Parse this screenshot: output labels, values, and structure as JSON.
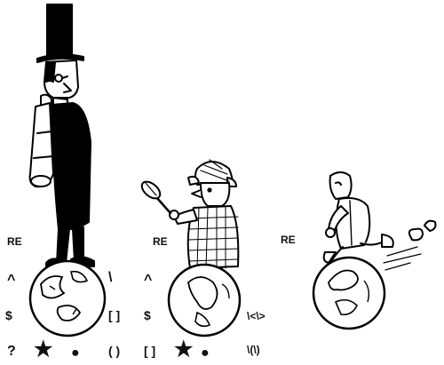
{
  "panels": [
    {
      "id": "panel-1",
      "characters": [
        "tall-gentleman-with-top-hat-and-spyglass",
        "globe"
      ],
      "labels": {
        "re": "RE",
        "caret": "^",
        "dollar": "$",
        "question": "?",
        "star": "★",
        "dot": "●",
        "backslash": "\\",
        "brackets": "[ ]",
        "parens": "( )"
      }
    },
    {
      "id": "panel-2",
      "characters": [
        "detective-with-magnifying-glass",
        "globe"
      ],
      "labels": {
        "re": "RE",
        "caret": "^",
        "dollar": "$",
        "brackets": "[ ]",
        "star": "★",
        "dot": "●",
        "word_anchors": "\\<\\>",
        "group": "\\(\\)"
      }
    },
    {
      "id": "panel-3",
      "characters": [
        "running-man-with-dust-puffs",
        "globe"
      ],
      "labels": {
        "re": "RE"
      }
    }
  ]
}
